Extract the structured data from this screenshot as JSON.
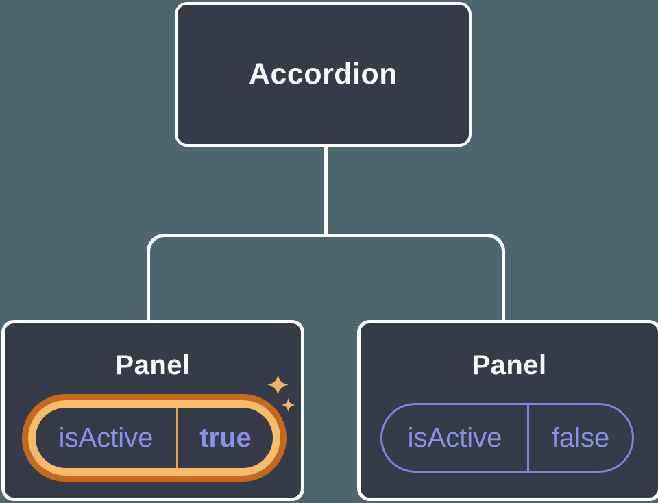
{
  "diagram": {
    "root": {
      "label": "Accordion"
    },
    "left_panel": {
      "label": "Panel",
      "prop_name": "isActive",
      "prop_value": "true",
      "highlighted": true,
      "icons": [
        "sparkle-large-icon",
        "sparkle-small-icon"
      ]
    },
    "right_panel": {
      "label": "Panel",
      "prop_name": "isActive",
      "prop_value": "false",
      "highlighted": false
    },
    "colors": {
      "background": "#4D6670",
      "box_fill": "#353B48",
      "box_border": "#FFFFFF",
      "line": "#FFFFFF",
      "label_text": "#F7F8FA",
      "purple": "#8A91E8",
      "pill_border_purple": "#7B84E3",
      "highlight_outer": "#C4691E",
      "highlight_inner": "#F8BB69",
      "divider_gold": "#E8A14D",
      "sparkle": "#F3B267"
    }
  }
}
